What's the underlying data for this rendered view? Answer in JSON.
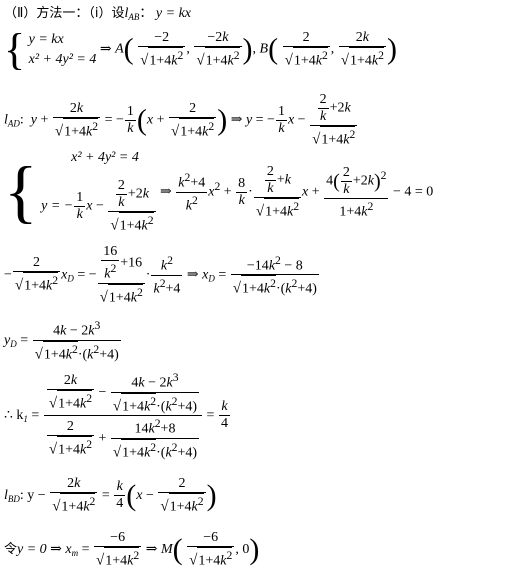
{
  "heading": {
    "part": "（Ⅱ）方法一：（ⅰ）设",
    "eq": "y = kx"
  },
  "l1": {
    "sys1": "y = kx",
    "sys2": "x² + 4y² = 4",
    "pA": "A",
    "pB": "B"
  },
  "l2": {
    "label": "l",
    "sub": "AD",
    "colon": ":"
  },
  "l3": {
    "s1": "x² + 4y² = 4",
    "s2": "y = −",
    "tail": "− 4 = 0"
  },
  "l4": {
    "xd": "x",
    "subD": "D"
  },
  "l5": {
    "yd": "y",
    "subD": "D"
  },
  "l6": {
    "k1": "∴ k",
    "sub1": "1"
  },
  "l7": {
    "label": "l",
    "sub": "BD",
    "rest": ": y −"
  },
  "l8": {
    "prefix": "令",
    "eq": "y = 0 ⇒ x",
    "subm": "m",
    "M": "M",
    "zero": ", 0"
  }
}
